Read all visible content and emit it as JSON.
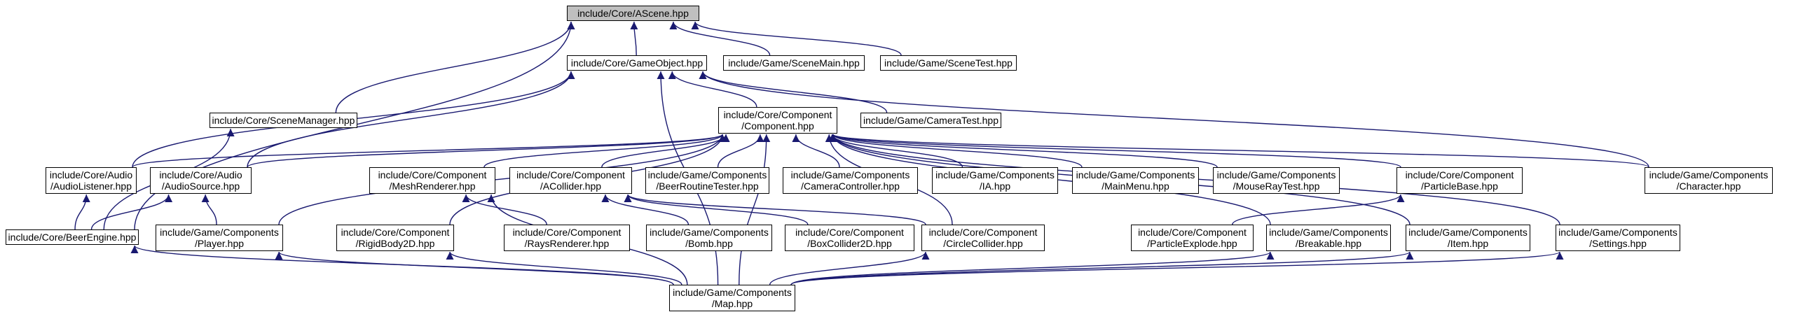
{
  "diagram": {
    "colors": {
      "edge": "#191970",
      "node_border": "#000000",
      "node_fill": "#ffffff",
      "root_fill": "#bfbfbf"
    },
    "nodes": [
      {
        "id": "ascene",
        "lines": [
          "include/Core/AScene.hpp"
        ],
        "root": true
      },
      {
        "id": "gameobject",
        "lines": [
          "include/Core/GameObject.hpp"
        ]
      },
      {
        "id": "scenemain",
        "lines": [
          "include/Game/SceneMain.hpp"
        ]
      },
      {
        "id": "scenetest",
        "lines": [
          "include/Game/SceneTest.hpp"
        ]
      },
      {
        "id": "component",
        "lines": [
          "include/Core/Component",
          "/Component.hpp"
        ]
      },
      {
        "id": "cameratest",
        "lines": [
          "include/Game/CameraTest.hpp"
        ]
      },
      {
        "id": "scenemanager",
        "lines": [
          "include/Core/SceneManager.hpp"
        ]
      },
      {
        "id": "audiolistener",
        "lines": [
          "include/Core/Audio",
          "/AudioListener.hpp"
        ]
      },
      {
        "id": "audiosource",
        "lines": [
          "include/Core/Audio",
          "/AudioSource.hpp"
        ]
      },
      {
        "id": "meshrenderer",
        "lines": [
          "include/Core/Component",
          "/MeshRenderer.hpp"
        ]
      },
      {
        "id": "acollider",
        "lines": [
          "include/Core/Component",
          "/ACollider.hpp"
        ]
      },
      {
        "id": "beerroutine",
        "lines": [
          "include/Game/Components",
          "/BeerRoutineTester.hpp"
        ]
      },
      {
        "id": "cameracontroller",
        "lines": [
          "include/Game/Components",
          "/CameraController.hpp"
        ]
      },
      {
        "id": "ia",
        "lines": [
          "include/Game/Components",
          "/IA.hpp"
        ]
      },
      {
        "id": "mainmenu",
        "lines": [
          "include/Game/Components",
          "/MainMenu.hpp"
        ]
      },
      {
        "id": "mouseray",
        "lines": [
          "include/Game/Components",
          "/MouseRayTest.hpp"
        ]
      },
      {
        "id": "particlebase",
        "lines": [
          "include/Core/Component",
          "/ParticleBase.hpp"
        ]
      },
      {
        "id": "character",
        "lines": [
          "include/Game/Components",
          "/Character.hpp"
        ]
      },
      {
        "id": "beerengine",
        "lines": [
          "include/Core/BeerEngine.hpp"
        ]
      },
      {
        "id": "player",
        "lines": [
          "include/Game/Components",
          "/Player.hpp"
        ]
      },
      {
        "id": "rigidbody",
        "lines": [
          "include/Core/Component",
          "/RigidBody2D.hpp"
        ]
      },
      {
        "id": "raysrenderer",
        "lines": [
          "include/Core/Component",
          "/RaysRenderer.hpp"
        ]
      },
      {
        "id": "bomb",
        "lines": [
          "include/Game/Components",
          "/Bomb.hpp"
        ]
      },
      {
        "id": "boxcollider",
        "lines": [
          "include/Core/Component",
          "/BoxCollider2D.hpp"
        ]
      },
      {
        "id": "circlecollider",
        "lines": [
          "include/Core/Component",
          "/CircleCollider.hpp"
        ]
      },
      {
        "id": "particleexplode",
        "lines": [
          "include/Core/Component",
          "/ParticleExplode.hpp"
        ]
      },
      {
        "id": "breakable",
        "lines": [
          "include/Game/Components",
          "/Breakable.hpp"
        ]
      },
      {
        "id": "item",
        "lines": [
          "include/Game/Components",
          "/Item.hpp"
        ]
      },
      {
        "id": "settings",
        "lines": [
          "include/Game/Components",
          "/Settings.hpp"
        ]
      },
      {
        "id": "map",
        "lines": [
          "include/Game/Components",
          "/Map.hpp"
        ]
      }
    ],
    "edges": [
      [
        "gameobject",
        "ascene"
      ],
      [
        "scenemain",
        "ascene"
      ],
      [
        "scenetest",
        "ascene"
      ],
      [
        "scenemanager",
        "ascene"
      ],
      [
        "beerengine",
        "ascene"
      ],
      [
        "component",
        "gameobject"
      ],
      [
        "cameratest",
        "gameobject"
      ],
      [
        "audiolistener",
        "gameobject"
      ],
      [
        "audiosource",
        "gameobject"
      ],
      [
        "character",
        "gameobject"
      ],
      [
        "map",
        "gameobject"
      ],
      [
        "beerengine",
        "scenemanager"
      ],
      [
        "audiolistener",
        "component"
      ],
      [
        "audiosource",
        "component"
      ],
      [
        "meshrenderer",
        "component"
      ],
      [
        "acollider",
        "component"
      ],
      [
        "beerroutine",
        "component"
      ],
      [
        "cameracontroller",
        "component"
      ],
      [
        "ia",
        "component"
      ],
      [
        "mainmenu",
        "component"
      ],
      [
        "mouseray",
        "component"
      ],
      [
        "particlebase",
        "component"
      ],
      [
        "character",
        "component"
      ],
      [
        "player",
        "component"
      ],
      [
        "rigidbody",
        "component"
      ],
      [
        "map",
        "component"
      ],
      [
        "breakable",
        "component"
      ],
      [
        "item",
        "component"
      ],
      [
        "settings",
        "component"
      ],
      [
        "circlecollider",
        "component"
      ],
      [
        "beerengine",
        "audiolistener"
      ],
      [
        "beerengine",
        "audiosource"
      ],
      [
        "player",
        "audiosource"
      ],
      [
        "raysrenderer",
        "meshrenderer"
      ],
      [
        "map",
        "meshrenderer"
      ],
      [
        "bomb",
        "acollider"
      ],
      [
        "boxcollider",
        "acollider"
      ],
      [
        "circlecollider",
        "acollider"
      ],
      [
        "particleexplode",
        "particlebase"
      ],
      [
        "map",
        "beerengine"
      ],
      [
        "map",
        "player"
      ],
      [
        "map",
        "rigidbody"
      ],
      [
        "map",
        "circlecollider"
      ],
      [
        "map",
        "breakable"
      ],
      [
        "map",
        "item"
      ],
      [
        "map",
        "settings"
      ]
    ]
  }
}
